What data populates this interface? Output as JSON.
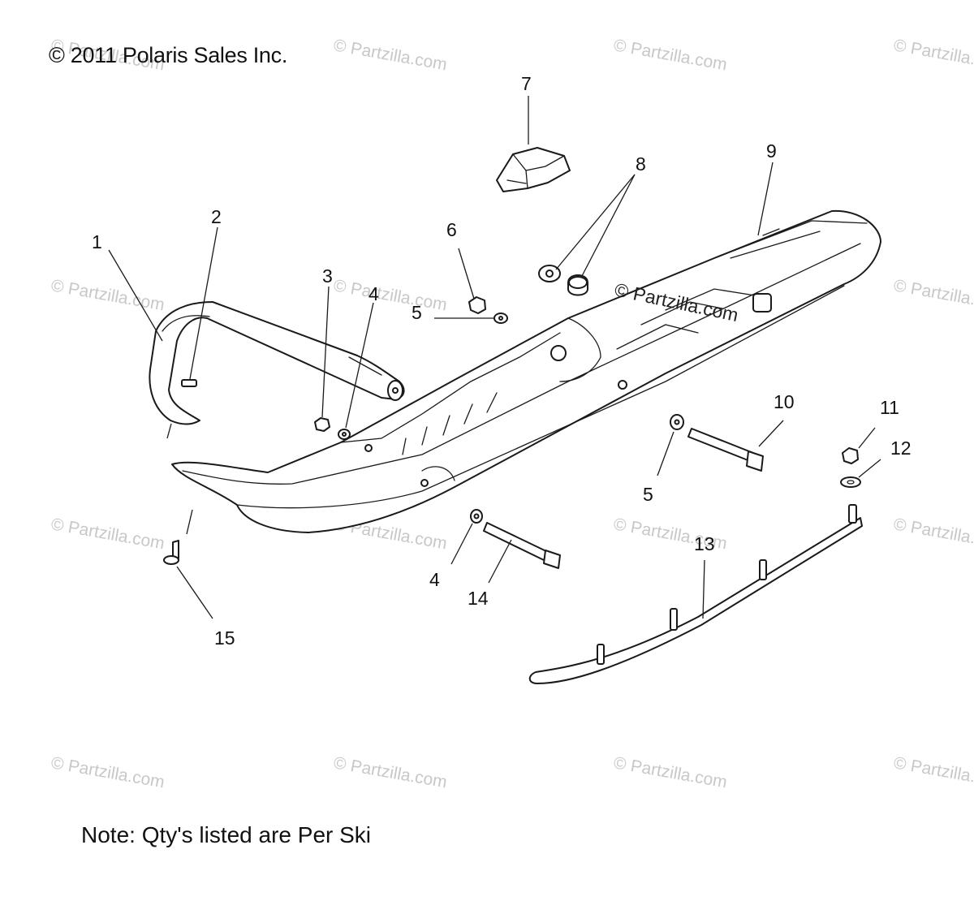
{
  "copyright": "© 2011 Polaris Sales Inc.",
  "note": "Note: Qty's listed are Per Ski",
  "watermark": "© Partzilla.com",
  "callouts": [
    "1",
    "2",
    "3",
    "4",
    "5",
    "6",
    "7",
    "8",
    "9",
    "10",
    "11",
    "12",
    "13",
    "14",
    "15"
  ],
  "callout_4b": "4",
  "callout_5b": "5",
  "colors": {
    "line": "#1a1a1a",
    "watermark": "#c8c8c8",
    "background": "#ffffff"
  }
}
